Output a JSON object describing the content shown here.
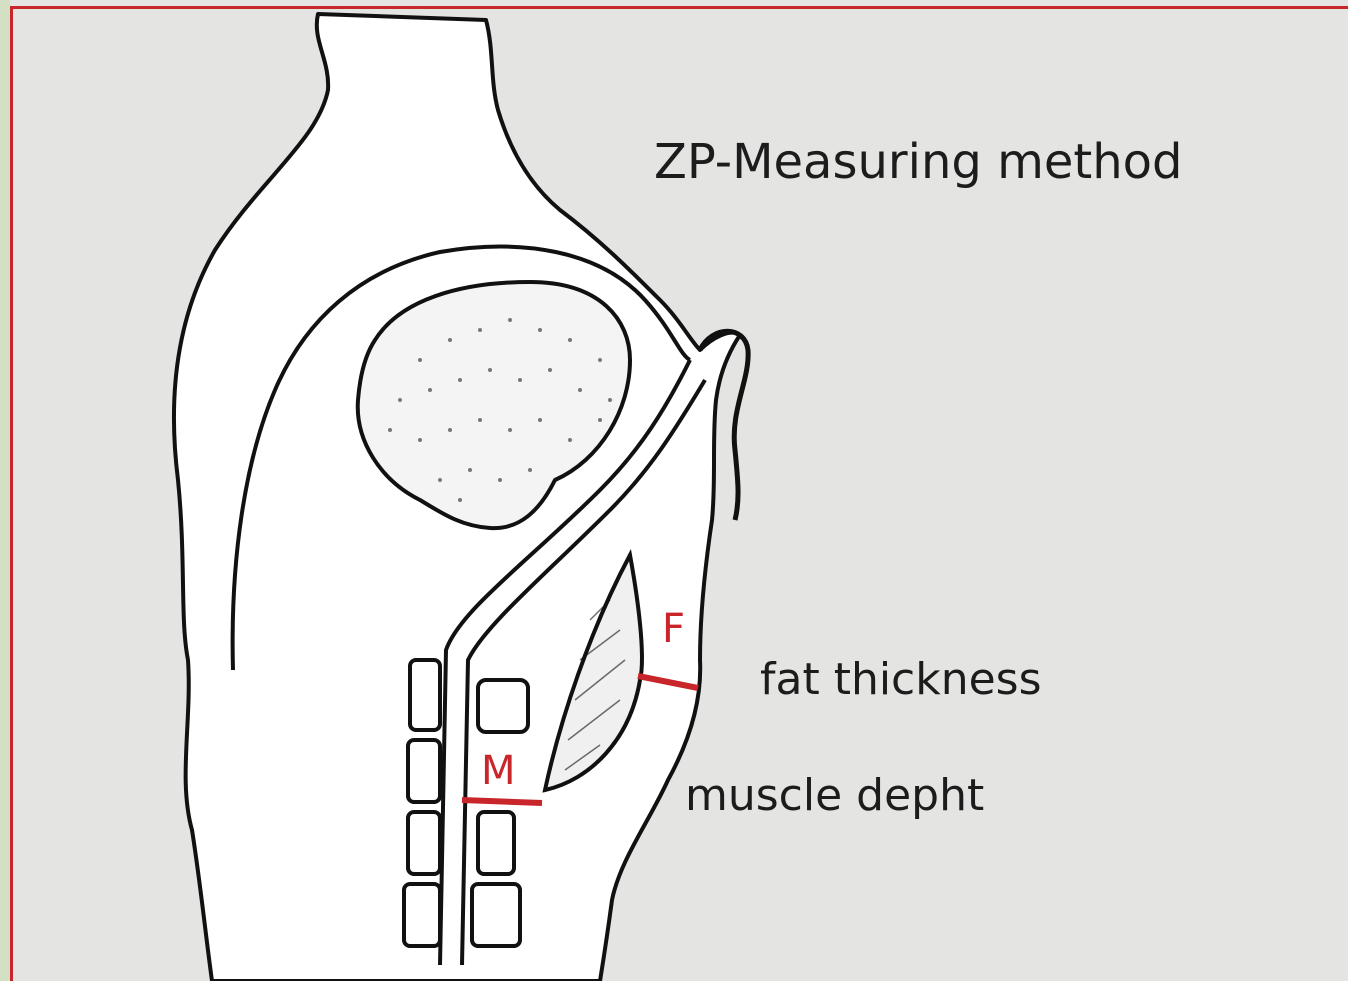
{
  "title": "ZP-Measuring method",
  "labels": {
    "fat_thickness": "fat thickness",
    "muscle_depth": "muscle depht"
  },
  "markers": {
    "fat": "F",
    "muscle": "M"
  },
  "colors": {
    "background": "#e4e4e3",
    "accent_red": "#c8262a",
    "left_edge": "#d3e0c4",
    "ink": "#1c1c1c"
  }
}
